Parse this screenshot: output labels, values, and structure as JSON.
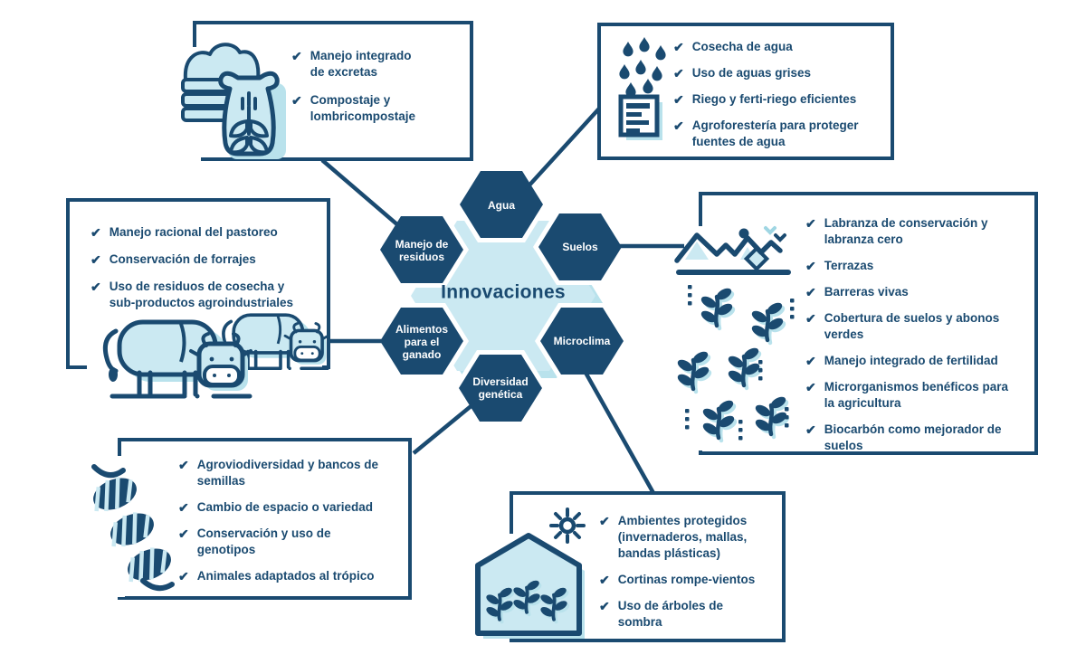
{
  "ui": {
    "check_glyph": "✔"
  },
  "colors": {
    "navy": "#1a4a70",
    "light_blue": "#cbe9f2",
    "shadow_blue": "#b9e2ec",
    "background": "#ffffff"
  },
  "center_hexagon": {
    "label": "Innovaciones"
  },
  "hexagons": {
    "agua": {
      "label": "Agua"
    },
    "suelos": {
      "label": "Suelos"
    },
    "microclima": {
      "label": "Microclima"
    },
    "diversidad": {
      "label": "Diversidad\ngenética"
    },
    "alimentos": {
      "label": "Alimentos\npara el\nganado"
    },
    "residuos": {
      "label": "Manejo de\nresiduos"
    }
  },
  "boxes": {
    "waste": {
      "icon": "compost-sack-icon",
      "items": [
        "Manejo integrado\nde excretas",
        "Compostaje y\nlombricompostaje"
      ]
    },
    "water": {
      "icon": "rain-water-tank-icon",
      "items": [
        "Cosecha de agua",
        "Uso de aguas grises",
        "Riego y ferti-riego eficientes",
        "Agroforestería para proteger\nfuentes de agua"
      ]
    },
    "livestock": {
      "icon": "cows-icon",
      "items": [
        "Manejo racional del pastoreo",
        "Conservación de forrajes",
        "Uso de residuos de cosecha y\nsub-productos agroindustriales"
      ]
    },
    "soils": {
      "icon": "mountain-plants-icon",
      "items": [
        "Labranza de conservación y\nlabranza cero",
        "Terrazas",
        "Barreras vivas",
        "Cobertura de suelos y abonos\nverdes",
        "Manejo integrado de fertilidad",
        "Microrganismos benéficos para\nla agricultura",
        "Biocarbón como mejorador de\nsuelos"
      ]
    },
    "genetics": {
      "icon": "dna-icon",
      "items": [
        "Agroviodiversidad y bancos de\nsemillas",
        "Cambio de espacio o variedad",
        "Conservación y uso de\ngenotipos",
        "Animales adaptados al trópico"
      ]
    },
    "microclimate": {
      "icon": "greenhouse-sun-icon",
      "items": [
        "Ambientes protegidos\n(invernaderos, mallas,\nbandas plásticas)",
        "Cortinas rompe-vientos",
        "Uso de árboles de\nsombra"
      ]
    }
  }
}
